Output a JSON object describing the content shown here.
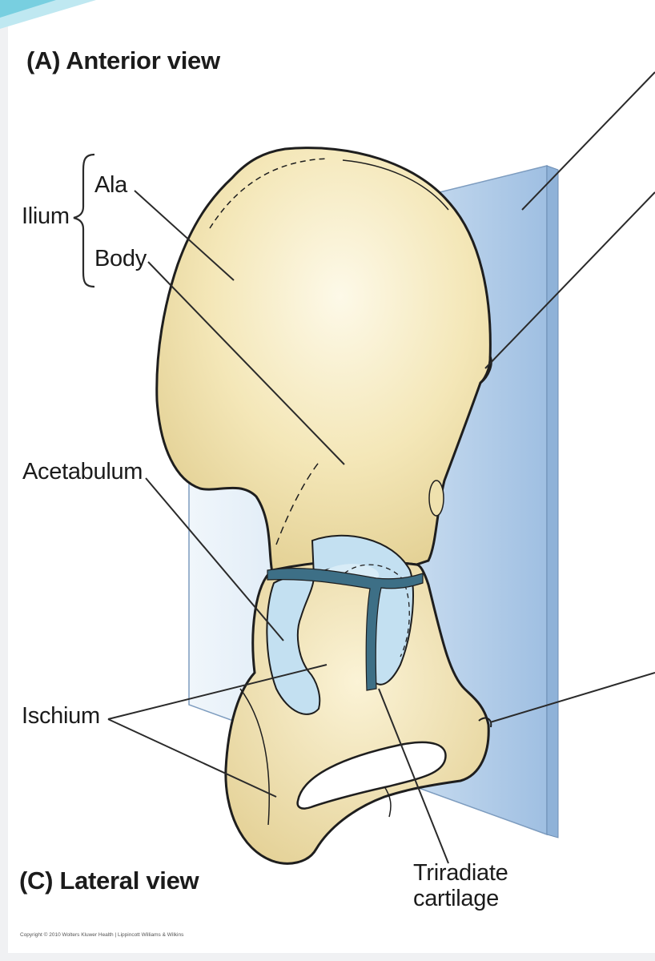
{
  "panel_top_title": "(A) Anterior view",
  "panel_bottom_title": "(C) Lateral view",
  "labels": {
    "ilium": "Ilium",
    "ala": "Ala",
    "body": "Body",
    "acetabulum": "Acetabulum",
    "ischium": "Ischium",
    "triradiate_line1": "Triradiate",
    "triradiate_line2": "cartilage"
  },
  "copyright": "Copyright © 2010 Wolters Kluwer Health | Lippincott Williams & Wilkins",
  "colors": {
    "bone": "#f3e6b4",
    "bone_light": "#fbf5dc",
    "bone_shadow": "#dcc88a",
    "cartilage": "#bcdcef",
    "cartilage_band": "#3d6f86",
    "plane_light": "#e6f0f8",
    "plane_dark": "#a9c7e6",
    "outline": "#1e1e1e",
    "leader": "#2a2a2a",
    "accent": "#6ec9dd"
  }
}
